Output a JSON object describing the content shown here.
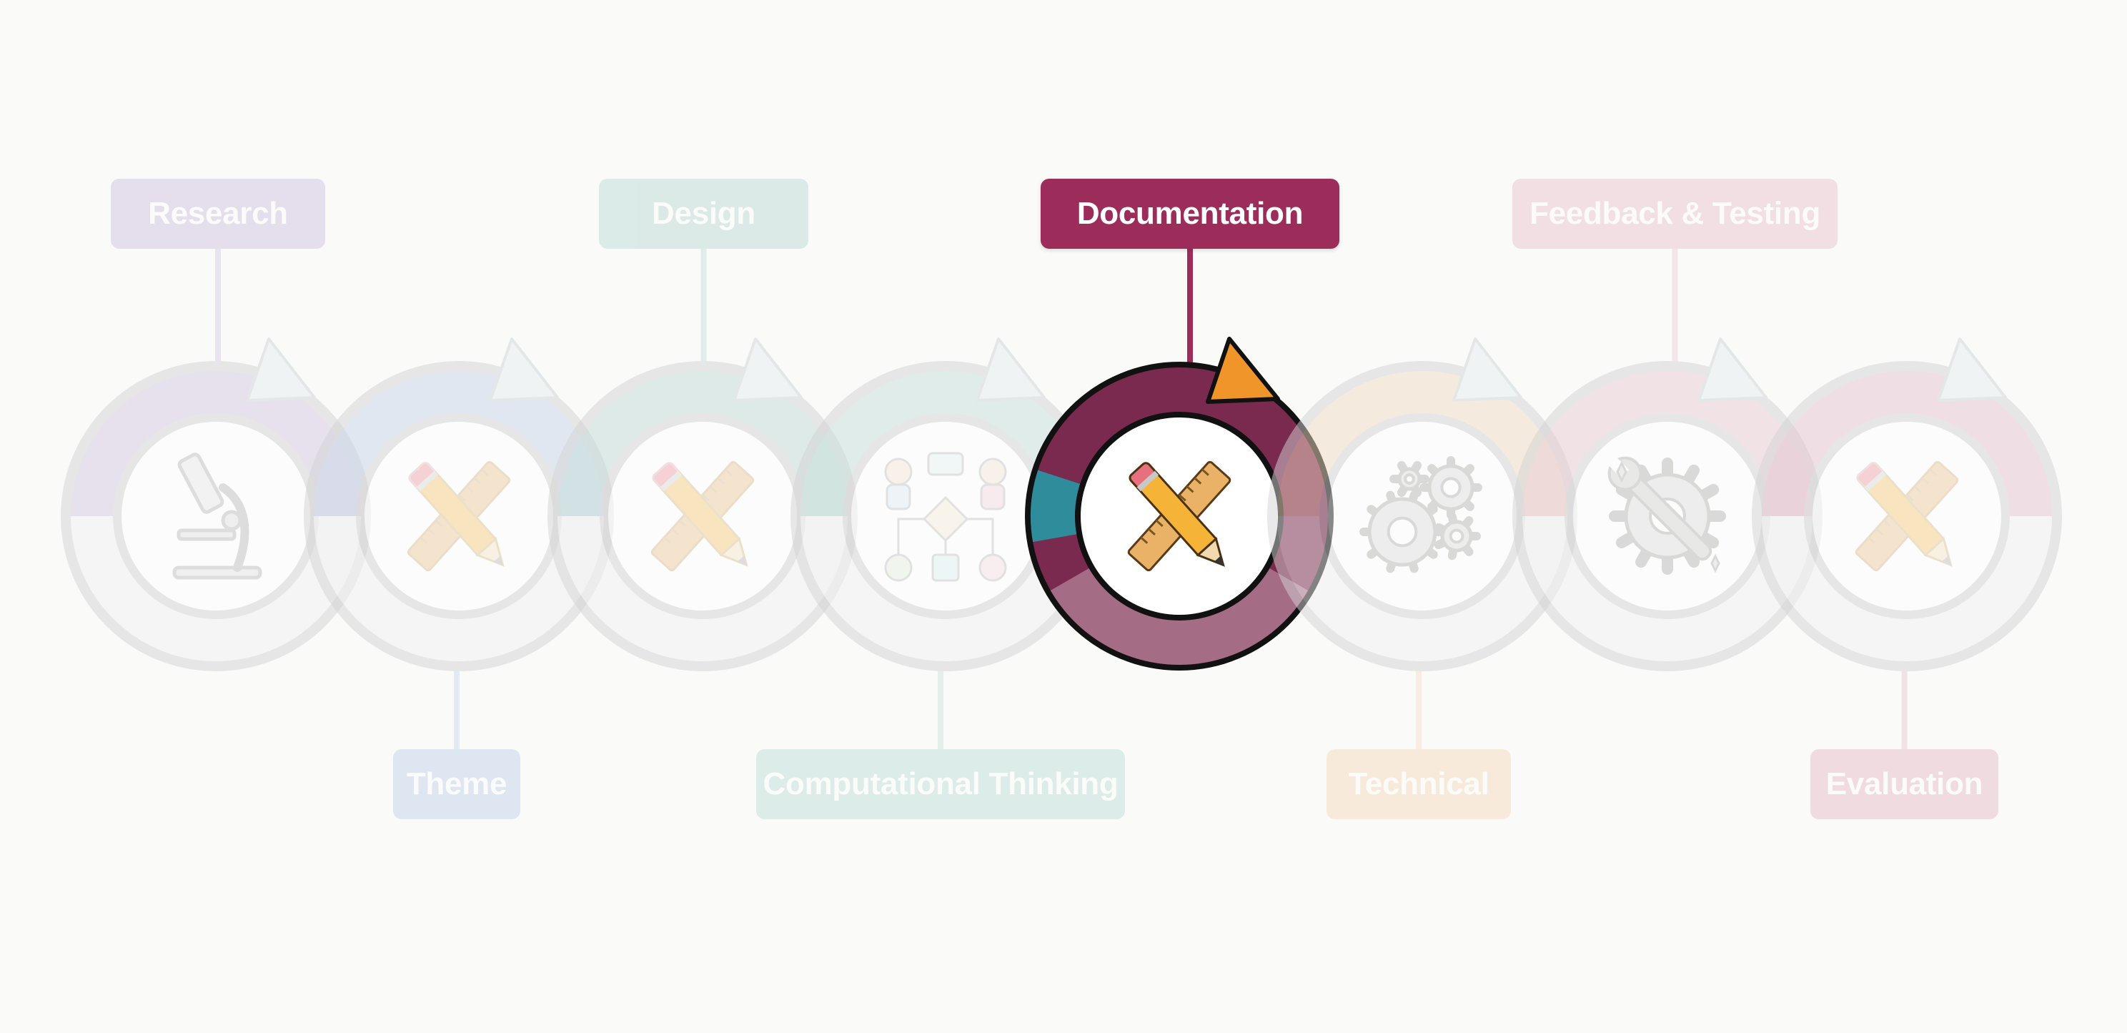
{
  "stages": [
    {
      "id": "research",
      "label": "Research",
      "icon": "microscope-icon",
      "color": "#9c7fc6",
      "active": false
    },
    {
      "id": "theme",
      "label": "Theme",
      "icon": "ruler-pencil-icon",
      "color": "#7ea3d8",
      "active": false
    },
    {
      "id": "design",
      "label": "Design",
      "icon": "ruler-pencil-icon",
      "color": "#6fb5ab",
      "active": false
    },
    {
      "id": "computational-thinking",
      "label": "Computational Thinking",
      "icon": "flowchart-people-icon",
      "color": "#74bcb0",
      "active": false
    },
    {
      "id": "documentation",
      "label": "Documentation",
      "icon": "ruler-pencil-icon",
      "color": "#9c2d5b",
      "active": true
    },
    {
      "id": "technical",
      "label": "Technical",
      "icon": "gears-icon",
      "color": "#f2b56f",
      "active": false
    },
    {
      "id": "feedback-testing",
      "label": "Feedback & Testing",
      "icon": "gear-wrench-icon",
      "color": "#d9849e",
      "active": false
    },
    {
      "id": "evaluation",
      "label": "Evaluation",
      "icon": "ruler-pencil-icon",
      "color": "#cf6f8f",
      "active": false
    }
  ],
  "colors": {
    "ring_grey": "#d4d4d4",
    "active_ring": "#7a2a4e",
    "active_ring_light": "#a56c86",
    "active_arrow": "#f0952a",
    "active_teal": "#2f8c9a",
    "pencil_yellow": "#f5b437",
    "pencil_pink": "#e8707e",
    "ruler_tan": "#e9b266",
    "gear_grey": "#8c8c8c"
  }
}
